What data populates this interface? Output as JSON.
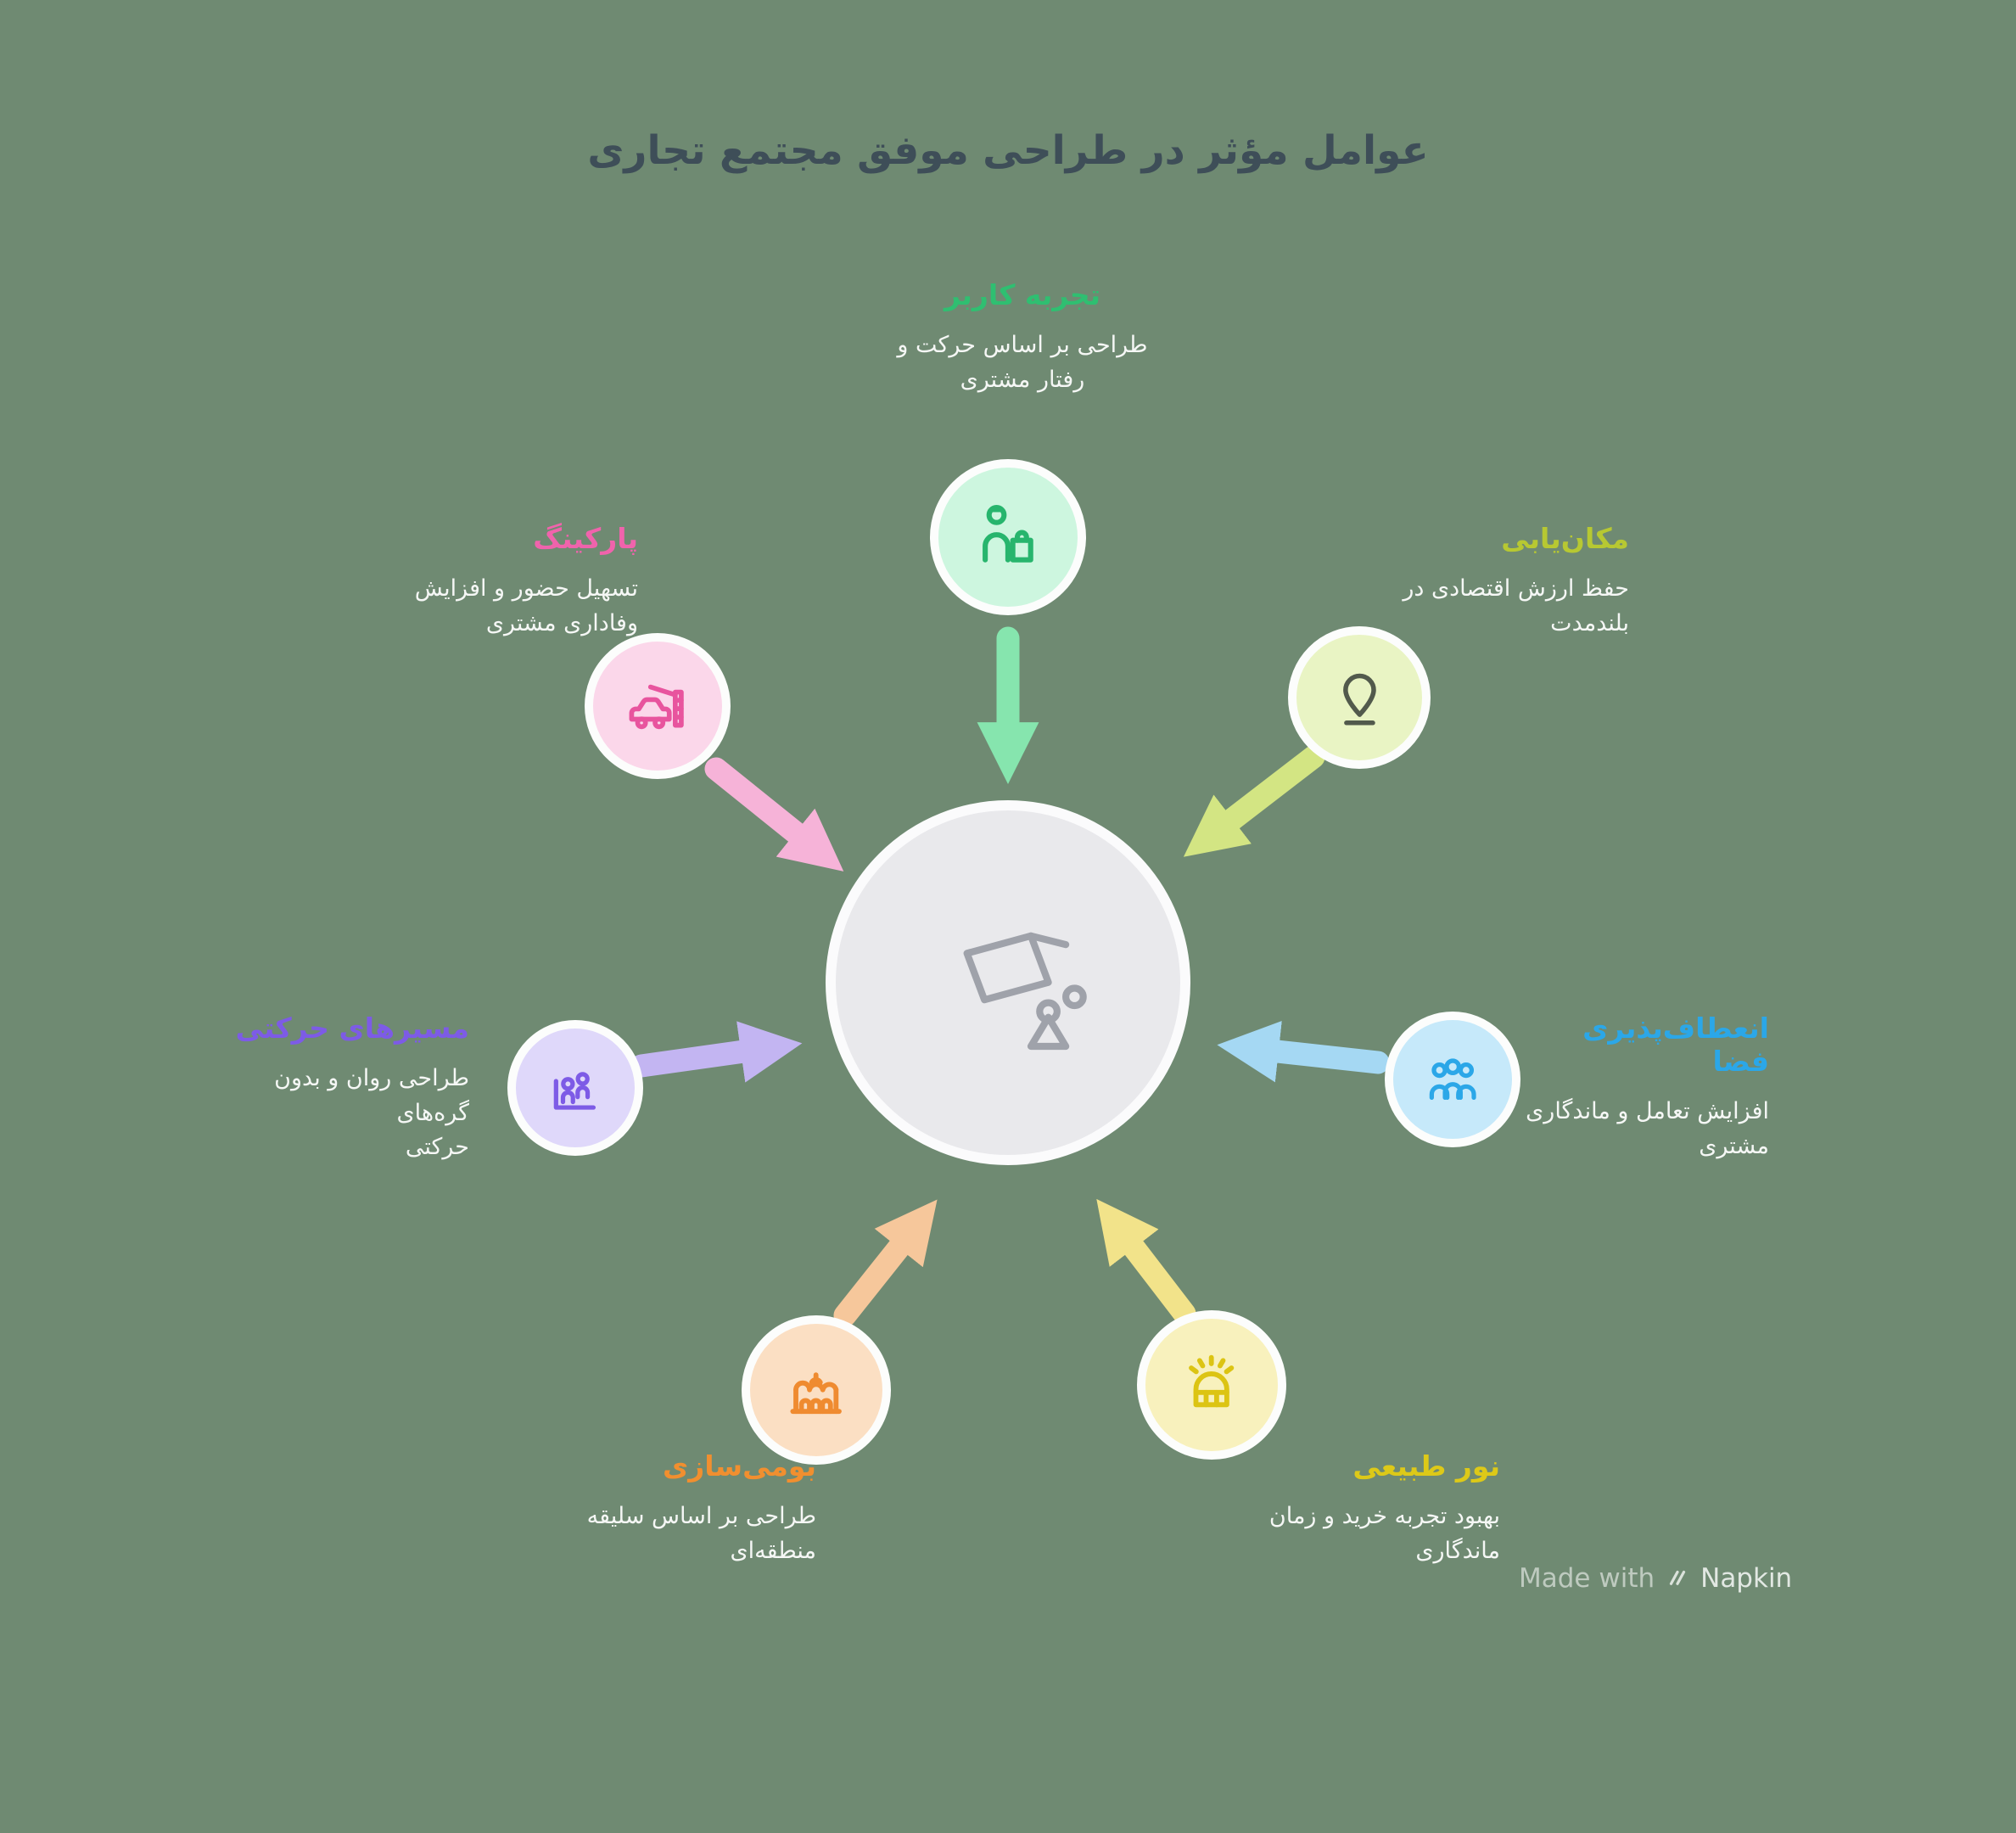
{
  "title": "عوامل مؤثر در طراحی موفق مجتمع تجاری",
  "background_color": "#6f8a72",
  "title_color": "#3e4e58",
  "center": {
    "icon": "shopping-basket-icon",
    "circle_color": "#e9e9ec"
  },
  "nodes": [
    {
      "id": "user-experience",
      "position": "top",
      "label": "تجربه کاربر",
      "description": "طراحی بر اساس حرکت و\nرفتار مشتری",
      "label_color": "#2fbf71",
      "circle_color": "#cdf6df",
      "arrow_color": "#86e5ae",
      "icon": "shopper-icon"
    },
    {
      "id": "site-selection",
      "position": "top-right",
      "label": "مکان‌یابی",
      "description": "حفظ ارزش اقتصادی در\nبلندمدت",
      "label_color": "#b7c832",
      "circle_color": "#e9f4c4",
      "arrow_color": "#d3e583",
      "icon": "map-pin-icon"
    },
    {
      "id": "space-flexibility",
      "position": "right",
      "label": "انعطاف‌پذیری فضا",
      "description": "افزایش تعامل و ماندگاری\nمشتری",
      "label_color": "#2ba7e8",
      "circle_color": "#c6e9fa",
      "arrow_color": "#a5d8f3",
      "icon": "people-group-icon"
    },
    {
      "id": "natural-light",
      "position": "bottom-right",
      "label": "نور طبیعی",
      "description": "بهبود تجربه خرید و زمان\nماندگاری",
      "label_color": "#ddc918",
      "circle_color": "#f8f1bd",
      "arrow_color": "#f2e38a",
      "icon": "window-light-icon"
    },
    {
      "id": "localization",
      "position": "bottom-left",
      "label": "بومی‌سازی",
      "description": "طراحی بر اساس سلیقه منطقه‌ای",
      "label_color": "#f18f2f",
      "circle_color": "#fbdfc3",
      "arrow_color": "#f6c79b",
      "icon": "bazaar-icon"
    },
    {
      "id": "circulation-paths",
      "position": "left",
      "label": "مسیرهای حرکتی",
      "description": "طراحی روان و بدون گره‌های\nحرکتی",
      "label_color": "#7d5be6",
      "circle_color": "#dfd8fa",
      "arrow_color": "#c3b5f2",
      "icon": "walkway-people-icon"
    },
    {
      "id": "parking",
      "position": "top-left",
      "label": "پارکینگ",
      "description": "تسهیل حضور و افزایش\nوفاداری مشتری",
      "label_color": "#f063ac",
      "circle_color": "#fbd7ea",
      "arrow_color": "#f6b3d8",
      "icon": "car-barrier-icon"
    }
  ],
  "watermark": {
    "prefix": "Made with",
    "brand": "Napkin"
  }
}
